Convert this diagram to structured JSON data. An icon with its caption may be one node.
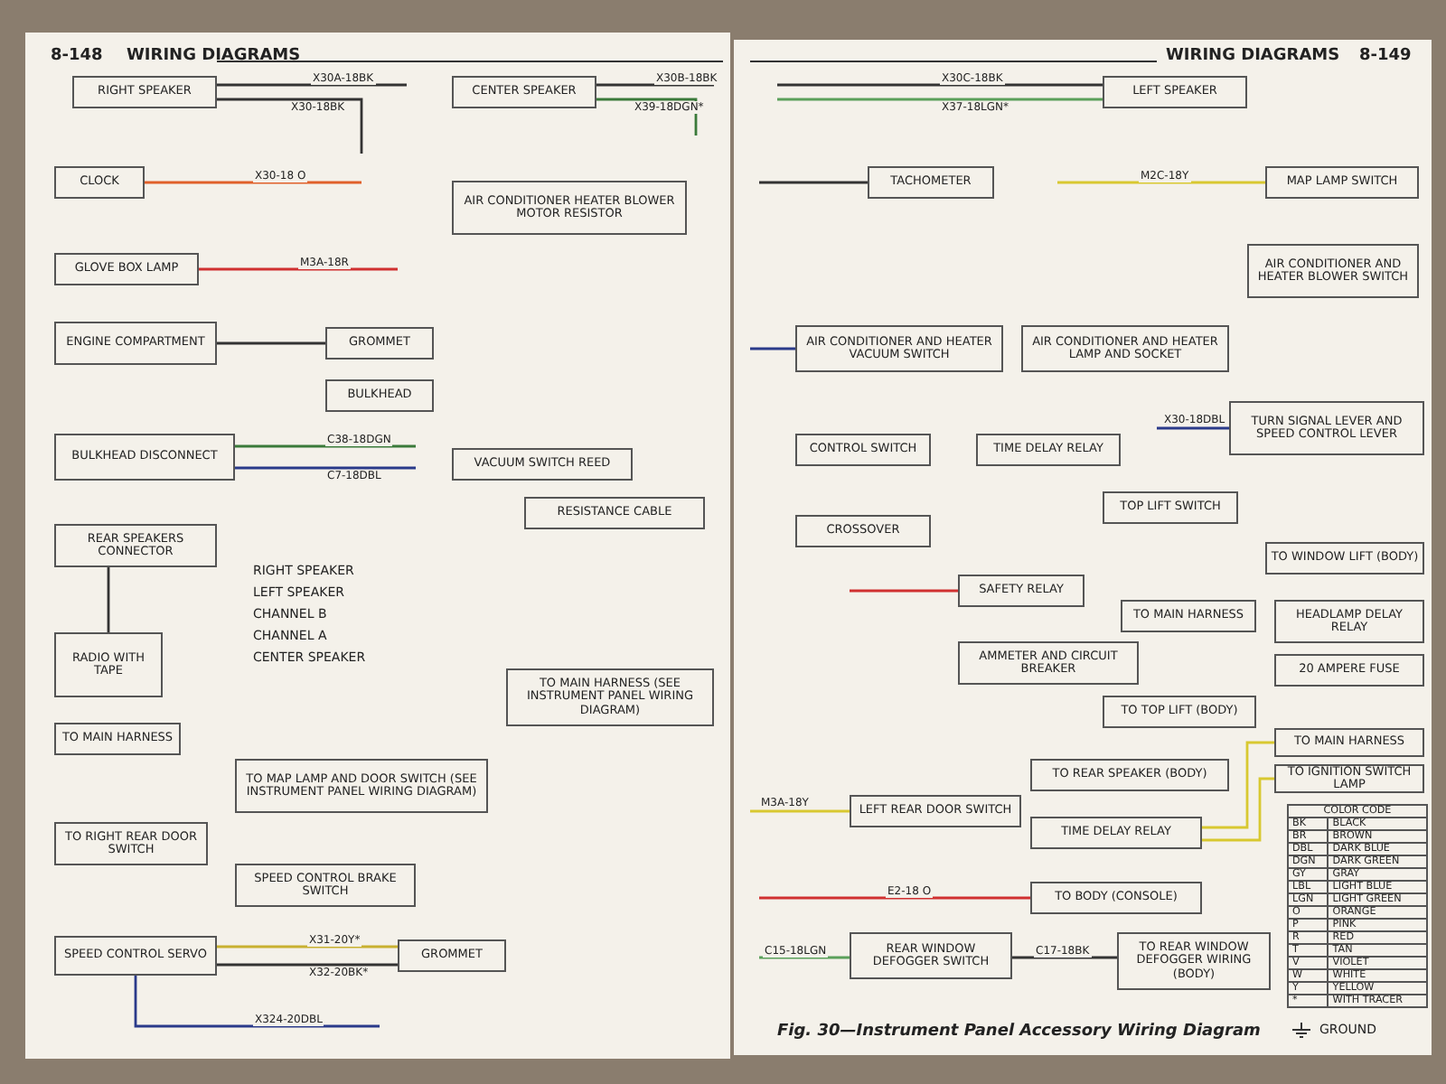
{
  "diagram": {
    "caption": "Fig. 30—Instrument Panel Accessory Wiring Diagram",
    "nodes": [
      {
        "text": [
          "RIGHT SPEAKER"
        ]
      },
      {
        "text": [
          "CENTER SPEAKER"
        ]
      },
      {
        "text": [
          "CLOCK"
        ]
      },
      {
        "text": [
          "GLOVE BOX LAMP"
        ]
      },
      {
        "text": [
          "ENGINE COMPARTMENT"
        ]
      },
      {
        "text": [
          "GROMMET"
        ]
      },
      {
        "text": [
          "BULKHEAD"
        ]
      },
      {
        "text": [
          "BULKHEAD DISCONNECT"
        ]
      },
      {
        "text": [
          "AIR CONDITIONER HEATER BLOWER MOTOR RESISTOR"
        ]
      },
      {
        "text": [
          "VACUUM SWITCH REED"
        ]
      },
      {
        "text": [
          "RESISTANCE CABLE"
        ]
      },
      {
        "text": [
          "REAR SPEAKERS CONNECTOR"
        ]
      },
      {
        "text": [
          "RADIO WITH TAPE"
        ]
      },
      {
        "text": [
          "TO MAIN HARNESS"
        ]
      },
      {
        "text": [
          "TO MAP LAMP AND DOOR SWITCH (SEE INSTRUMENT PANEL WIRING DIAGRAM)"
        ]
      },
      {
        "text": [
          "TO RIGHT REAR DOOR SWITCH"
        ]
      },
      {
        "text": [
          "SPEED CONTROL BRAKE SWITCH"
        ]
      },
      {
        "text": [
          "SPEED CONTROL SERVO"
        ]
      },
      {
        "text": [
          "GROMMET"
        ]
      },
      {
        "text": [
          "TO MAIN HARNESS (SEE INSTRUMENT PANEL WIRING DIAGRAM)"
        ]
      },
      {
        "text": [
          "LEFT SPEAKER"
        ]
      },
      {
        "text": [
          "TACHOMETER"
        ]
      },
      {
        "text": [
          "MAP LAMP SWITCH"
        ]
      },
      {
        "text": [
          "AIR CONDITIONER AND HEATER BLOWER SWITCH"
        ]
      },
      {
        "text": [
          "AIR CONDITIONER AND HEATER VACUUM SWITCH"
        ]
      },
      {
        "text": [
          "AIR CONDITIONER AND HEATER LAMP AND SOCKET"
        ]
      },
      {
        "text": [
          "CONTROL SWITCH"
        ]
      },
      {
        "text": [
          "TIME DELAY RELAY"
        ]
      },
      {
        "text": [
          "CROSSOVER"
        ]
      },
      {
        "text": [
          "SAFETY RELAY"
        ]
      },
      {
        "text": [
          "AMMETER AND CIRCUIT BREAKER"
        ]
      },
      {
        "text": [
          "TURN SIGNAL LEVER AND SPEED CONTROL LEVER"
        ]
      },
      {
        "text": [
          "TOP LIFT SWITCH"
        ]
      },
      {
        "text": [
          "TO WINDOW LIFT (BODY)"
        ]
      },
      {
        "text": [
          "TO MAIN HARNESS"
        ]
      },
      {
        "text": [
          "HEADLAMP DELAY RELAY"
        ]
      },
      {
        "text": [
          "20 AMPERE FUSE"
        ]
      },
      {
        "text": [
          "TO TOP LIFT (BODY)"
        ]
      },
      {
        "text": [
          "TO MAIN HARNESS"
        ]
      },
      {
        "text": [
          "TO IGNITION SWITCH LAMP"
        ]
      },
      {
        "text": [
          "TO REAR SPEAKER (BODY)"
        ]
      },
      {
        "text": [
          "TIME DELAY RELAY"
        ]
      },
      {
        "text": [
          "LEFT REAR DOOR SWITCH"
        ]
      },
      {
        "text": [
          "TO BODY (CONSOLE)"
        ]
      },
      {
        "text": [
          "REAR WINDOW DEFOGGER SWITCH"
        ]
      },
      {
        "text": [
          "TO REAR WINDOW DEFOGGER WIRING (BODY)"
        ]
      }
    ],
    "edges": [
      {
        "from": 0,
        "to": null,
        "arrow": "none",
        "label": "X30A-18BK"
      },
      {
        "from": 0,
        "to": null,
        "arrow": "none",
        "label": "X30-18BK"
      },
      {
        "from": 1,
        "to": null,
        "arrow": "none",
        "label": "X30B-18BK"
      },
      {
        "from": 1,
        "to": null,
        "arrow": "none",
        "label": "X39-18DGN*",
        "color": "#3a7a3a"
      },
      {
        "from": 2,
        "to": null,
        "arrow": "none",
        "label": "X30-18 O",
        "color": "#e0602a"
      },
      {
        "from": 3,
        "to": null,
        "arrow": "none",
        "label": "M3A-18R",
        "color": "#d03030"
      },
      {
        "from": 4,
        "to": 5,
        "arrow": "none"
      },
      {
        "from": 7,
        "to": null,
        "arrow": "none",
        "label": "C38-18DGN",
        "color": "#3a7a3a"
      },
      {
        "from": 7,
        "to": null,
        "arrow": "none",
        "label": "C7-18DBL",
        "color": "#2a3a8a"
      },
      {
        "from": 12,
        "to": 11,
        "arrow": "none"
      },
      {
        "from": 17,
        "to": 18,
        "arrow": "none",
        "label": "X31-20Y*",
        "color": "#c8b030"
      },
      {
        "from": 17,
        "to": 18,
        "arrow": "none",
        "label": "X32-20BK*"
      },
      {
        "from": 17,
        "to": null,
        "arrow": "none",
        "label": "X324-20DBL",
        "color": "#2a3a8a"
      },
      {
        "from": 20,
        "to": null,
        "arrow": "none",
        "label": "X30C-18BK"
      },
      {
        "from": 20,
        "to": null,
        "arrow": "none",
        "label": "X37-18LGN*",
        "color": "#5aa05a"
      },
      {
        "from": 21,
        "to": null,
        "arrow": "none"
      },
      {
        "from": 22,
        "to": null,
        "arrow": "none",
        "label": "M2C-18Y",
        "color": "#d8c830"
      },
      {
        "from": 24,
        "to": null,
        "arrow": "none",
        "color": "#2a3a8a"
      },
      {
        "from": 42,
        "to": null,
        "arrow": "none",
        "label": "M3A-18Y",
        "color": "#d8c830"
      },
      {
        "from": 44,
        "to": 45,
        "arrow": "none",
        "label": "C17-18BK"
      },
      {
        "from": 43,
        "to": null,
        "arrow": "none",
        "label": "E2-18 O",
        "color": "#d03030"
      },
      {
        "from": 44,
        "to": null,
        "arrow": "none",
        "label": "C15-18LGN",
        "color": "#5aa05a"
      },
      {
        "from": 31,
        "to": null,
        "arrow": "none",
        "label": "X30-18DBL",
        "color": "#2a3a8a"
      },
      {
        "from": 41,
        "to": 38,
        "arrow": "none",
        "color": "#d8c830"
      },
      {
        "from": 41,
        "to": 39,
        "arrow": "none",
        "color": "#d8c830"
      },
      {
        "from": 29,
        "to": null,
        "arrow": "none",
        "color": "#d03030"
      }
    ],
    "labels": [
      "8-148",
      "WIRING DIAGRAMS",
      "WIRING DIAGRAMS",
      "8-149",
      "RIGHT SPEAKER",
      "LEFT SPEAKER",
      "CHANNEL B",
      "CHANNEL A",
      "CENTER SPEAKER",
      "COLOR CODE",
      "BK",
      "BLACK",
      "BR",
      "BROWN",
      "DBL",
      "DARK BLUE",
      "DGN",
      "DARK GREEN",
      "GY",
      "GRAY",
      "LBL",
      "LIGHT BLUE",
      "LGN",
      "LIGHT GREEN",
      "O",
      "ORANGE",
      "P",
      "PINK",
      "R",
      "RED",
      "T",
      "TAN",
      "V",
      "VIOLET",
      "W",
      "WHITE",
      "Y",
      "YELLOW",
      "*",
      "WITH TRACER"
    ],
    "legend": [
      {
        "text": "GROUND"
      }
    ]
  }
}
